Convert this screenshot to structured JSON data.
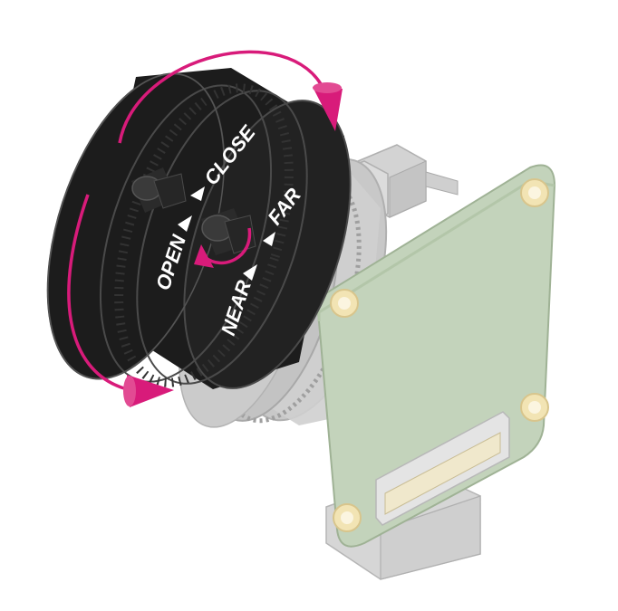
{
  "labels": {
    "aperture_open": "OPEN",
    "aperture_close": "CLOSE",
    "focus_near": "NEAR",
    "focus_far": "FAR"
  },
  "colors": {
    "lens_body": "#1c1c1c",
    "ring_outline": "#4a4a4a",
    "focus_barrel": "#c9c9c9",
    "board": "#c3d3bb",
    "board_edge": "#9fb295",
    "mount_hole": "#f2e4b4",
    "connector": "#d9d9d9",
    "arrow_accent": "#d81b7a",
    "label_text": "#ffffff"
  },
  "icons": {
    "aperture_ring_arrows": "rotate-arrows-icon",
    "focus_ring_arrow": "rotate-arrow-icon",
    "screw": "screw-icon"
  }
}
